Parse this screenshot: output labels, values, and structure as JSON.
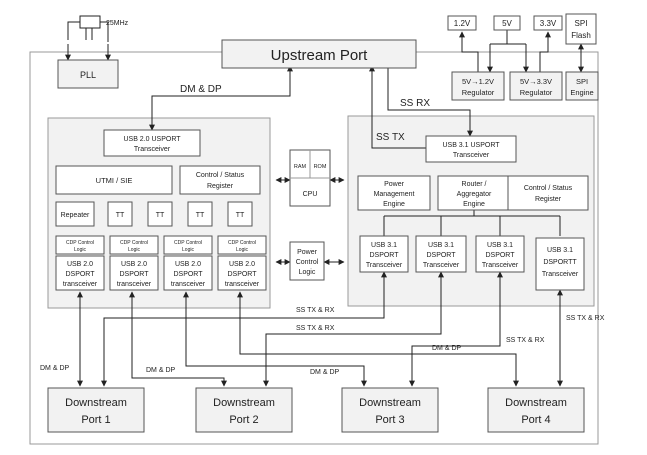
{
  "top": {
    "crystal_label": "25MHz",
    "pll": "PLL",
    "upstream_port": "Upstream Port",
    "rail_12": "1.2V",
    "rail_5": "5V",
    "rail_33": "3.3V",
    "spi_flash": [
      "SPI",
      "Flash"
    ],
    "reg_12": [
      "5V→1.2V",
      "Regulator"
    ],
    "reg_33": [
      "5V→3.3V",
      "Regulator"
    ],
    "spi_engine": [
      "SPI",
      "Engine"
    ]
  },
  "usb2": {
    "transceiver": [
      "USB 2.0 USPORT",
      "Transceiver"
    ],
    "utmi": "UTMI / SIE",
    "control": [
      "Control / Status",
      "Register"
    ],
    "repeater": "Repeater",
    "tt": [
      "TT",
      "TT",
      "TT",
      "TT"
    ],
    "cdp": [
      "CDP Control",
      "Logic"
    ],
    "dsport": [
      "USB 2.0",
      "DSPORT",
      "transceiver"
    ]
  },
  "mid": {
    "ram": "RAM",
    "rom": "ROM",
    "cpu": "CPU",
    "power_ctrl": [
      "Power",
      "Control",
      "Logic"
    ]
  },
  "usb3": {
    "transceiver": [
      "USB 3.1 USPORT",
      "Transceiver"
    ],
    "power_mgmt": [
      "Power",
      "Management",
      "Engine"
    ],
    "router": [
      "Router /",
      "Aggregator",
      "Engine"
    ],
    "control": [
      "Control / Status",
      "Register"
    ],
    "ds1": [
      "USB 3.1",
      "DSPORT",
      "Transceiver"
    ],
    "ds2": [
      "USB 3.1",
      "DSPORT",
      "Transceiver"
    ],
    "ds3": [
      "USB 3.1",
      "DSPORT",
      "Transceiver"
    ],
    "ds4": [
      "USB 3.1",
      "DSPORTT",
      "Transceiver"
    ]
  },
  "signals": {
    "dm_dp": "DM & DP",
    "ss_rx": "SS RX",
    "ss_tx": "SS TX",
    "ss_txrx": "SS TX & RX"
  },
  "downstream": [
    [
      "Downstream",
      "Port 1"
    ],
    [
      "Downstream",
      "Port 2"
    ],
    [
      "Downstream",
      "Port 3"
    ],
    [
      "Downstream",
      "Port 4"
    ]
  ]
}
